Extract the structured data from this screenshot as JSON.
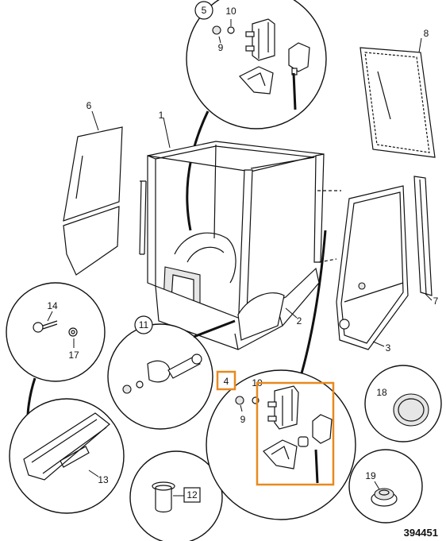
{
  "diagram": {
    "callouts": {
      "c1": "1",
      "c2": "2",
      "c3": "3",
      "c4": "4",
      "c5": "5",
      "c6": "6",
      "c7": "7",
      "c8": "8",
      "c9a": "9",
      "c9b": "9",
      "c10a": "10",
      "c10b": "10",
      "c11": "11",
      "c12": "12",
      "c13": "13",
      "c14": "14",
      "c17": "17",
      "c18": "18",
      "c19": "19"
    },
    "drawing_number": "394451",
    "highlight_color": "#e8891e"
  }
}
